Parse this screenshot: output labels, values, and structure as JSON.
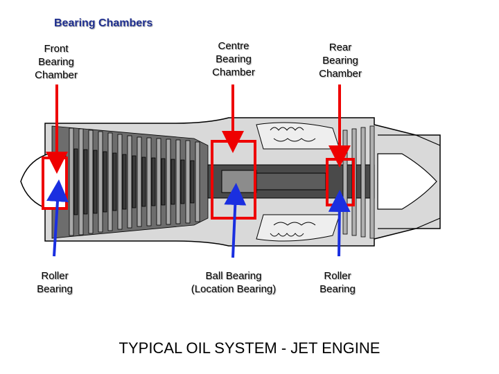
{
  "title": "Bearing Chambers",
  "chamber_labels": {
    "front": "Front\nBearing\nChamber",
    "centre": "Centre\nBearing\nChamber",
    "rear": "Rear\nBearing\nChamber"
  },
  "bearing_labels": {
    "front": "Roller\nBearing",
    "centre": "Ball Bearing\n(Location Bearing)",
    "rear": "Roller\nBearing"
  },
  "footer": "TYPICAL OIL SYSTEM - JET ENGINE",
  "colors": {
    "chamber_marker": "#ee0000",
    "bearing_arrow": "#1a2fe0",
    "engine_dark": "#3a3a3a",
    "engine_mid": "#7a7a7a",
    "engine_light": "#c8c8c8",
    "title": "#1f2f8f"
  }
}
